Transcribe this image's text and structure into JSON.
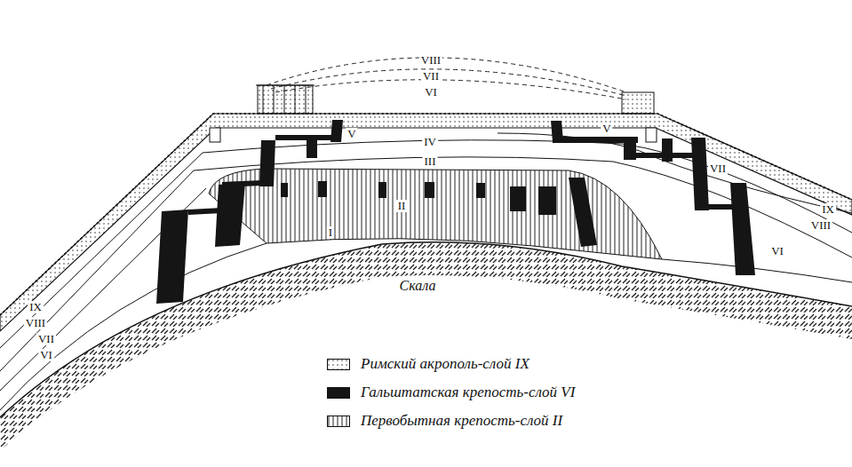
{
  "diagram": {
    "labels": [
      "VIII",
      "VII",
      "VI",
      "V",
      "V",
      "IV",
      "III",
      "II",
      "I",
      "VII",
      "VI",
      "IX",
      "VIII",
      "IX",
      "VIII",
      "VII",
      "VI",
      "Скала"
    ],
    "legend": [
      {
        "text": "Римский акрополь-слой IX"
      },
      {
        "text": "Гальштатская крепость-слой VI",
        "color": "#151515"
      },
      {
        "text": "Первобытная крепость-слой II"
      }
    ]
  }
}
